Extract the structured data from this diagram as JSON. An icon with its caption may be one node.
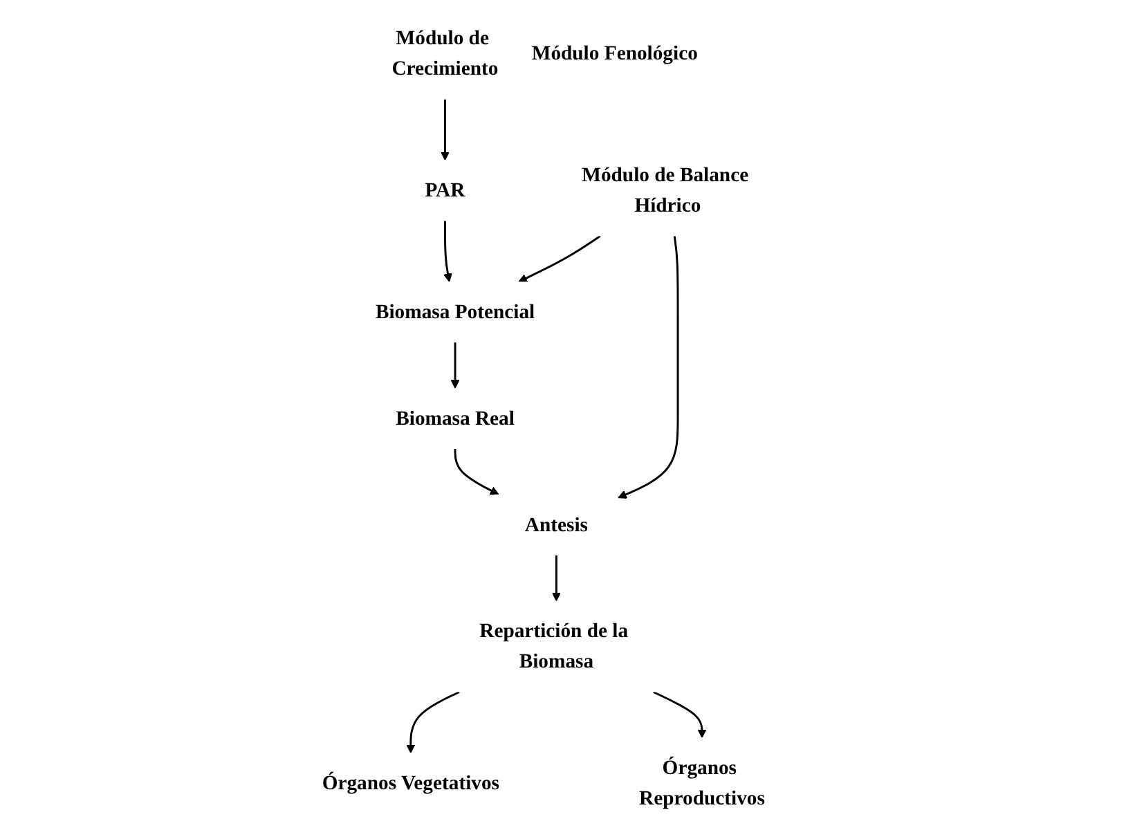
{
  "diagram": {
    "nodes": [
      {
        "text": [
          "PAR"
        ]
      },
      {
        "text": [
          "Módulo de Crecimiento"
        ]
      },
      {
        "text": [
          "Biomasa Potencial"
        ]
      },
      {
        "text": [
          "Biomasa Real"
        ]
      },
      {
        "text": [
          "Módulo de Balance Hídrico"
        ]
      },
      {
        "text": [
          "Antesis"
        ]
      },
      {
        "text": [
          "Repartición de la Biomasa"
        ]
      },
      {
        "text": [
          "Módulo Fenológico"
        ]
      },
      {
        "text": [
          "Órganos Vegetativos"
        ]
      },
      {
        "text": [
          "Órganos Reproductivos"
        ]
      }
    ],
    "edges": [
      {
        "from": 1,
        "to": 0,
        "arrow": "to"
      },
      {
        "from": 0,
        "to": 2,
        "arrow": "to"
      },
      {
        "from": 4,
        "to": 2,
        "arrow": "to"
      },
      {
        "from": 2,
        "to": 3,
        "arrow": "to"
      },
      {
        "from": 3,
        "to": 5,
        "arrow": "to"
      },
      {
        "from": 4,
        "to": 5,
        "arrow": "to"
      },
      {
        "from": 5,
        "to": 6,
        "arrow": "to"
      },
      {
        "from": 6,
        "to": 8,
        "arrow": "to"
      },
      {
        "from": 6,
        "to": 9,
        "arrow": "to"
      }
    ]
  }
}
